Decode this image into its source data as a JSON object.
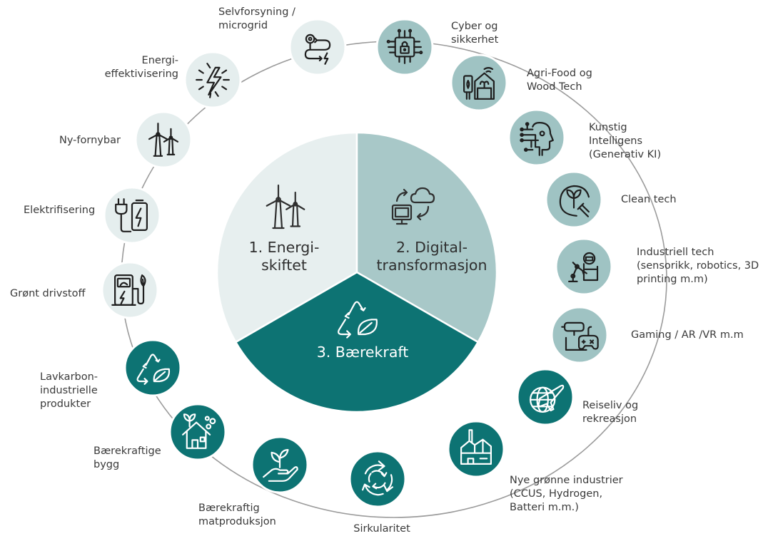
{
  "colors": {
    "page_background": "#ffffff",
    "ring_line": "#9b9b9b",
    "light_circle": "#e5eeee",
    "mid_circle": "#9fc3c3",
    "dark_circle": "#0d7373",
    "icon_dark": "#1f1f1f",
    "icon_light": "#ffffff",
    "sector_energy": "#e7efef",
    "sector_digital": "#a8c8c8",
    "sector_sustainability": "#0d7373",
    "label_text": "#3a3a3a"
  },
  "sectors": [
    {
      "id": "energy",
      "label": "1. Energi-\nskiftet",
      "icon": "wind-turbines-icon",
      "text_color": "#2f2f2f"
    },
    {
      "id": "digital",
      "label": "2. Digital-\ntransformasjon",
      "icon": "cloud-computer-icon",
      "text_color": "#2f2f2f"
    },
    {
      "id": "sustainability",
      "label": "3. Bærekraft",
      "icon": "recycle-leaf-icon",
      "text_color": "#ffffff"
    }
  ],
  "nodes": [
    {
      "label": "Selvforsyning /\nmicrogrid",
      "icon": "route-bolt-icon",
      "style": "light"
    },
    {
      "label": "Cyber og\nsikkerhet",
      "icon": "circuit-lock-icon",
      "style": "mid"
    },
    {
      "label": "Agri-Food og\nWood Tech",
      "icon": "smart-farm-icon",
      "style": "mid"
    },
    {
      "label": "Kunstig\nIntelligens\n(Generativ KI)",
      "icon": "ai-head-icon",
      "style": "mid"
    },
    {
      "label": "Clean tech",
      "icon": "sprout-plug-icon",
      "style": "mid"
    },
    {
      "label": "Industriell tech\n(sensorikk, robotics, 3D\nprinting m.m)",
      "icon": "robot-arm-icon",
      "style": "mid"
    },
    {
      "label": "Gaming / AR /VR m.m",
      "icon": "vr-gamepad-icon",
      "style": "mid"
    },
    {
      "label": "Reiseliv og\nrekreasjon",
      "icon": "globe-plane-icon",
      "style": "dark"
    },
    {
      "label": "Nye grønne industrier\n(CCUS, Hydrogen,\nBatteri m.m.)",
      "icon": "factory-icon",
      "style": "dark"
    },
    {
      "label": "Sirkularitet",
      "icon": "circular-arrows-icon",
      "style": "dark"
    },
    {
      "label": "Bærekraftig\nmatproduksjon",
      "icon": "hand-plant-icon",
      "style": "dark"
    },
    {
      "label": "Bærekraftige\nbygg",
      "icon": "eco-house-icon",
      "style": "dark"
    },
    {
      "label": "Lavkarbon-\nindustrielle\nprodukter",
      "icon": "recycle-leaf-icon",
      "style": "dark"
    },
    {
      "label": "Grønt drivstoff",
      "icon": "fuel-pump-icon",
      "style": "light"
    },
    {
      "label": "Elektrifisering",
      "icon": "plug-battery-icon",
      "style": "light"
    },
    {
      "label": "Ny-fornybar",
      "icon": "wind-turbines-icon",
      "style": "light"
    },
    {
      "label": "Energi-\neffektivisering",
      "icon": "lightning-burst-icon",
      "style": "light"
    }
  ]
}
